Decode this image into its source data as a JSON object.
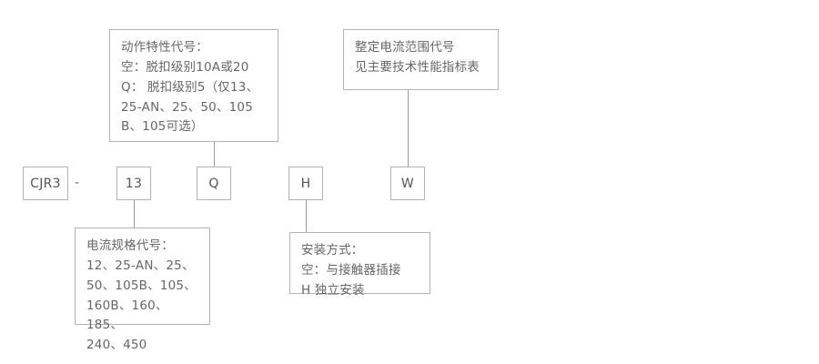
{
  "diagram": {
    "title": "CJR3 model designation breakdown",
    "colors": {
      "box_border": "#b3b3b3",
      "connector": "#9a9a9a",
      "text": "#666666",
      "background": "#ffffff"
    },
    "separator": "-",
    "model_row": [
      {
        "key": "series",
        "label": "CJR3"
      },
      {
        "key": "current-rating",
        "label": "13"
      },
      {
        "key": "action-characteristic",
        "label": "Q"
      },
      {
        "key": "mounting-type",
        "label": "H"
      },
      {
        "key": "setting-current-range",
        "label": "W"
      }
    ],
    "notes": {
      "action_characteristic": {
        "name": "action-characteristic-note",
        "text": "动作特性代号：\n空：脱扣级别10A或20\nQ： 脱扣级别5（仅13、\n25-AN、25、50、105\nB、105可选）"
      },
      "setting_current_range": {
        "name": "setting-current-range-note",
        "text": "整定电流范围代号\n见主要技术性能指标表"
      },
      "current_rating": {
        "name": "current-rating-note",
        "text": "电流规格代号：\n12、25-AN、25、\n50、105B、105、\n160B、160、185、\n240、450"
      },
      "mounting_type": {
        "name": "mounting-type-note",
        "text": "安装方式：\n空：与接触器插接\nH  独立安装"
      }
    }
  }
}
